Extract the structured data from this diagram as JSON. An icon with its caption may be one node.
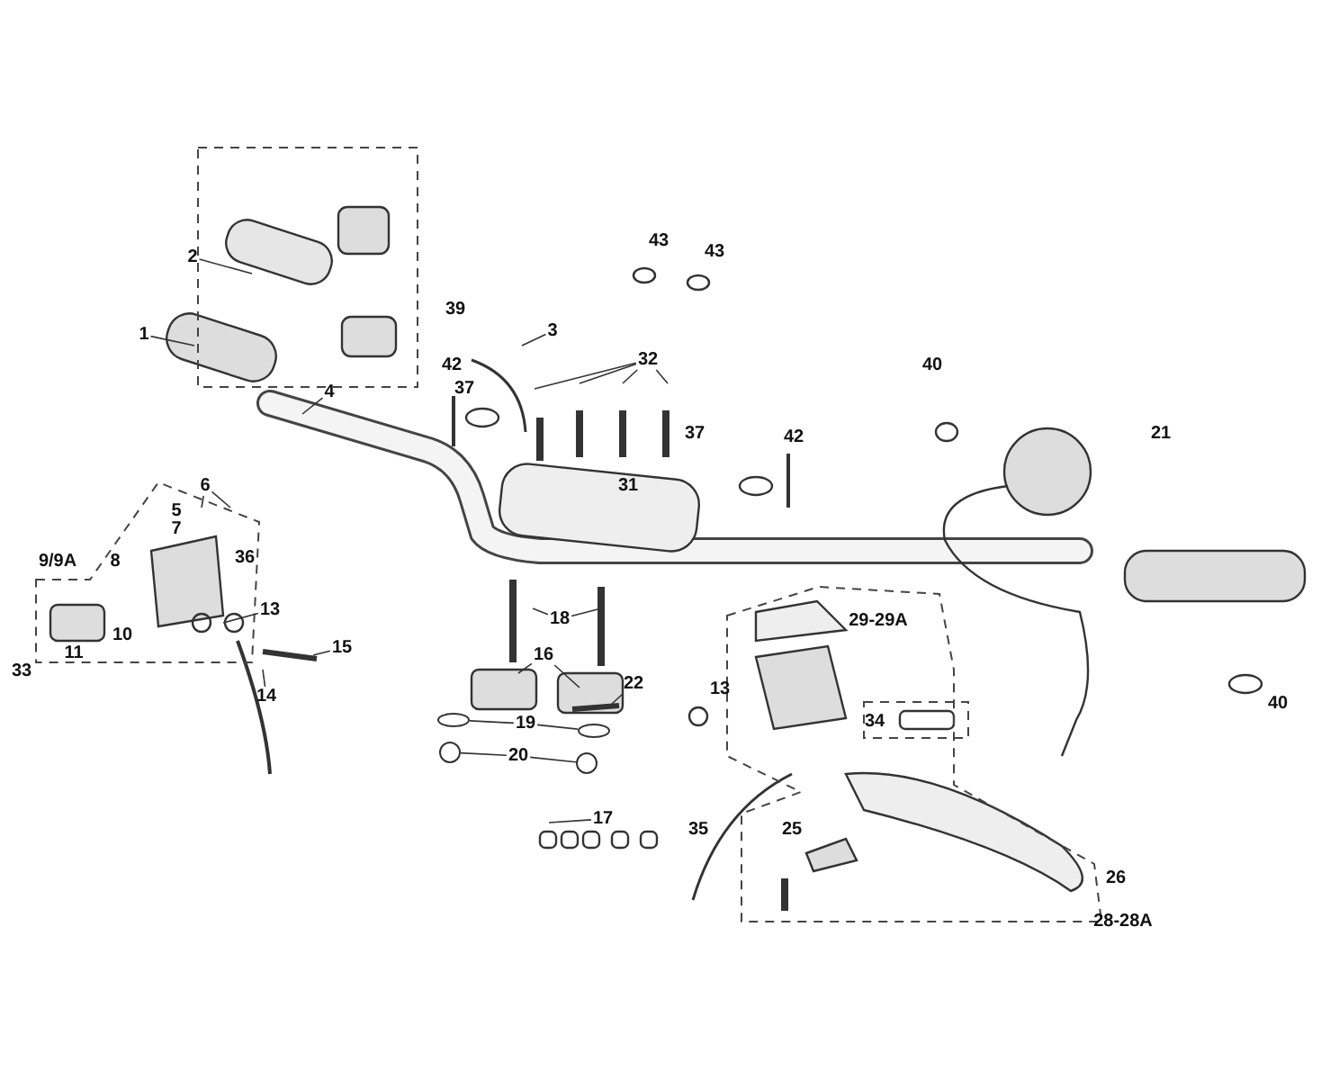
{
  "diagram": {
    "nodes": [
      {
        "text": [
          "43"
        ]
      },
      {
        "text": [
          "43"
        ]
      },
      {
        "text": [
          "2"
        ]
      },
      {
        "text": [
          "39"
        ]
      },
      {
        "text": [
          "3"
        ]
      },
      {
        "text": [
          "1"
        ]
      },
      {
        "text": [
          "32"
        ]
      },
      {
        "text": [
          "42"
        ]
      },
      {
        "text": [
          "40"
        ]
      },
      {
        "text": [
          "37"
        ]
      },
      {
        "text": [
          "4"
        ]
      },
      {
        "text": [
          "21"
        ]
      },
      {
        "text": [
          "37"
        ]
      },
      {
        "text": [
          "42"
        ]
      },
      {
        "text": [
          "31"
        ]
      },
      {
        "text": [
          "6"
        ]
      },
      {
        "text": [
          "5"
        ]
      },
      {
        "text": [
          "7"
        ]
      },
      {
        "text": [
          "9/9A"
        ]
      },
      {
        "text": [
          "8"
        ]
      },
      {
        "text": [
          "36"
        ]
      },
      {
        "text": [
          "13"
        ]
      },
      {
        "text": [
          "18"
        ]
      },
      {
        "text": [
          "29-29A"
        ]
      },
      {
        "text": [
          "15"
        ]
      },
      {
        "text": [
          "10"
        ]
      },
      {
        "text": [
          "11"
        ]
      },
      {
        "text": [
          "16"
        ]
      },
      {
        "text": [
          "33"
        ]
      },
      {
        "text": [
          "22"
        ]
      },
      {
        "text": [
          "13"
        ]
      },
      {
        "text": [
          "14"
        ]
      },
      {
        "text": [
          "40"
        ]
      },
      {
        "text": [
          "19"
        ]
      },
      {
        "text": [
          "34"
        ]
      },
      {
        "text": [
          "20"
        ]
      },
      {
        "text": [
          "17"
        ]
      },
      {
        "text": [
          "35"
        ]
      },
      {
        "text": [
          "25"
        ]
      },
      {
        "text": [
          "26"
        ]
      },
      {
        "text": [
          "28-28A"
        ]
      },
      {
        "text": [],
        "shape": "circle"
      },
      {
        "text": [],
        "shape": "circle"
      },
      {
        "text": [],
        "shape": "circle"
      },
      {
        "text": [],
        "shape": "circle"
      }
    ],
    "edges": [
      {
        "from": 5,
        "to": null,
        "arrow": "none"
      },
      {
        "from": 2,
        "to": null,
        "arrow": "none"
      },
      {
        "from": 4,
        "to": null,
        "arrow": "none"
      },
      {
        "from": 10,
        "to": null,
        "arrow": "none"
      },
      {
        "from": 6,
        "to": null,
        "arrow": "none"
      },
      {
        "from": 6,
        "to": null,
        "arrow": "none"
      },
      {
        "from": 6,
        "to": null,
        "arrow": "none"
      },
      {
        "from": 6,
        "to": null,
        "arrow": "none"
      },
      {
        "from": 21,
        "to": null,
        "arrow": "none"
      },
      {
        "from": 24,
        "to": null,
        "arrow": "none"
      },
      {
        "from": 31,
        "to": null,
        "arrow": "none"
      },
      {
        "from": 22,
        "to": null,
        "arrow": "none"
      },
      {
        "from": 22,
        "to": null,
        "arrow": "none"
      },
      {
        "from": 27,
        "to": null,
        "arrow": "none"
      },
      {
        "from": 27,
        "to": null,
        "arrow": "none"
      },
      {
        "from": 33,
        "to": 41,
        "arrow": "none"
      },
      {
        "from": 33,
        "to": 42,
        "arrow": "none"
      },
      {
        "from": 35,
        "to": 43,
        "arrow": "none"
      },
      {
        "from": 35,
        "to": 44,
        "arrow": "none"
      },
      {
        "from": 36,
        "to": null,
        "arrow": "none"
      },
      {
        "from": 29,
        "to": null,
        "arrow": "none"
      },
      {
        "from": 15,
        "to": null,
        "arrow": "none"
      },
      {
        "from": 15,
        "to": null,
        "arrow": "none"
      }
    ]
  }
}
